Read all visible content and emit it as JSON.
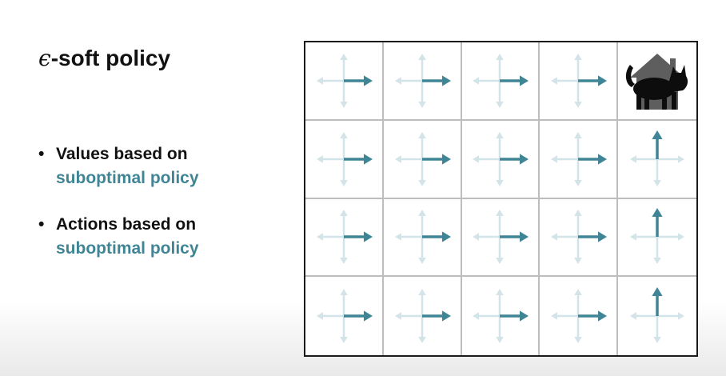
{
  "slide": {
    "title_symbol": "ϵ",
    "title_rest": "-soft policy",
    "bullets": [
      {
        "marker": "•",
        "line1": "Values based on",
        "line2": "suboptimal policy"
      },
      {
        "marker": "•",
        "line1": "Actions based on",
        "line2": "suboptimal policy"
      }
    ]
  },
  "gridworld": {
    "rows": 4,
    "cols": 5,
    "policy": [
      [
        "right",
        "right",
        "right",
        "right",
        "goal"
      ],
      [
        "right",
        "right",
        "right",
        "right",
        "up"
      ],
      [
        "right",
        "right",
        "right",
        "right",
        "up"
      ],
      [
        "right",
        "right",
        "right",
        "right",
        "up"
      ]
    ],
    "goal_icons": [
      "house-icon",
      "cat-icon"
    ]
  },
  "colors": {
    "accent": "#3f8596",
    "faint_arrow": "#d3e4e9",
    "grid_border": "#1a1a1a",
    "cell_border": "#bdbdbd",
    "text": "#111111"
  }
}
